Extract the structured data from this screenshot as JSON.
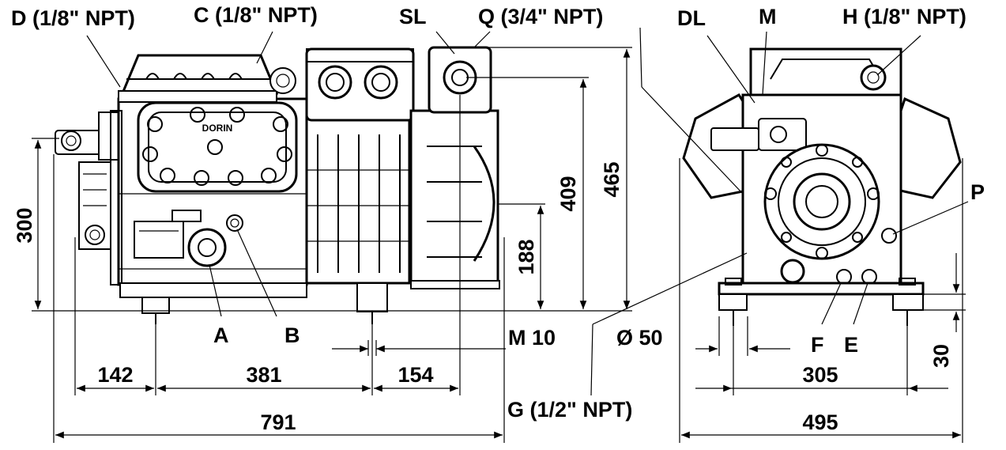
{
  "labels": {
    "d": "D (1/8\" NPT)",
    "c": "C (1/8\" NPT)",
    "sl": "SL",
    "q": "Q (3/4\" NPT)",
    "dl": "DL",
    "m": "M",
    "h": "H (1/8\" NPT)",
    "p": "P",
    "a": "A",
    "b": "B",
    "f": "F",
    "e": "E",
    "m10": "M 10",
    "dia50": "Ø 50",
    "g": "G (1/2\" NPT)"
  },
  "dimensions": {
    "d300": "300",
    "d188": "188",
    "d409": "409",
    "d465": "465",
    "d142": "142",
    "d381": "381",
    "d154": "154",
    "d791": "791",
    "d305": "305",
    "d495": "495",
    "d30": "30"
  },
  "brand": {
    "logo_text": "DORIN"
  }
}
